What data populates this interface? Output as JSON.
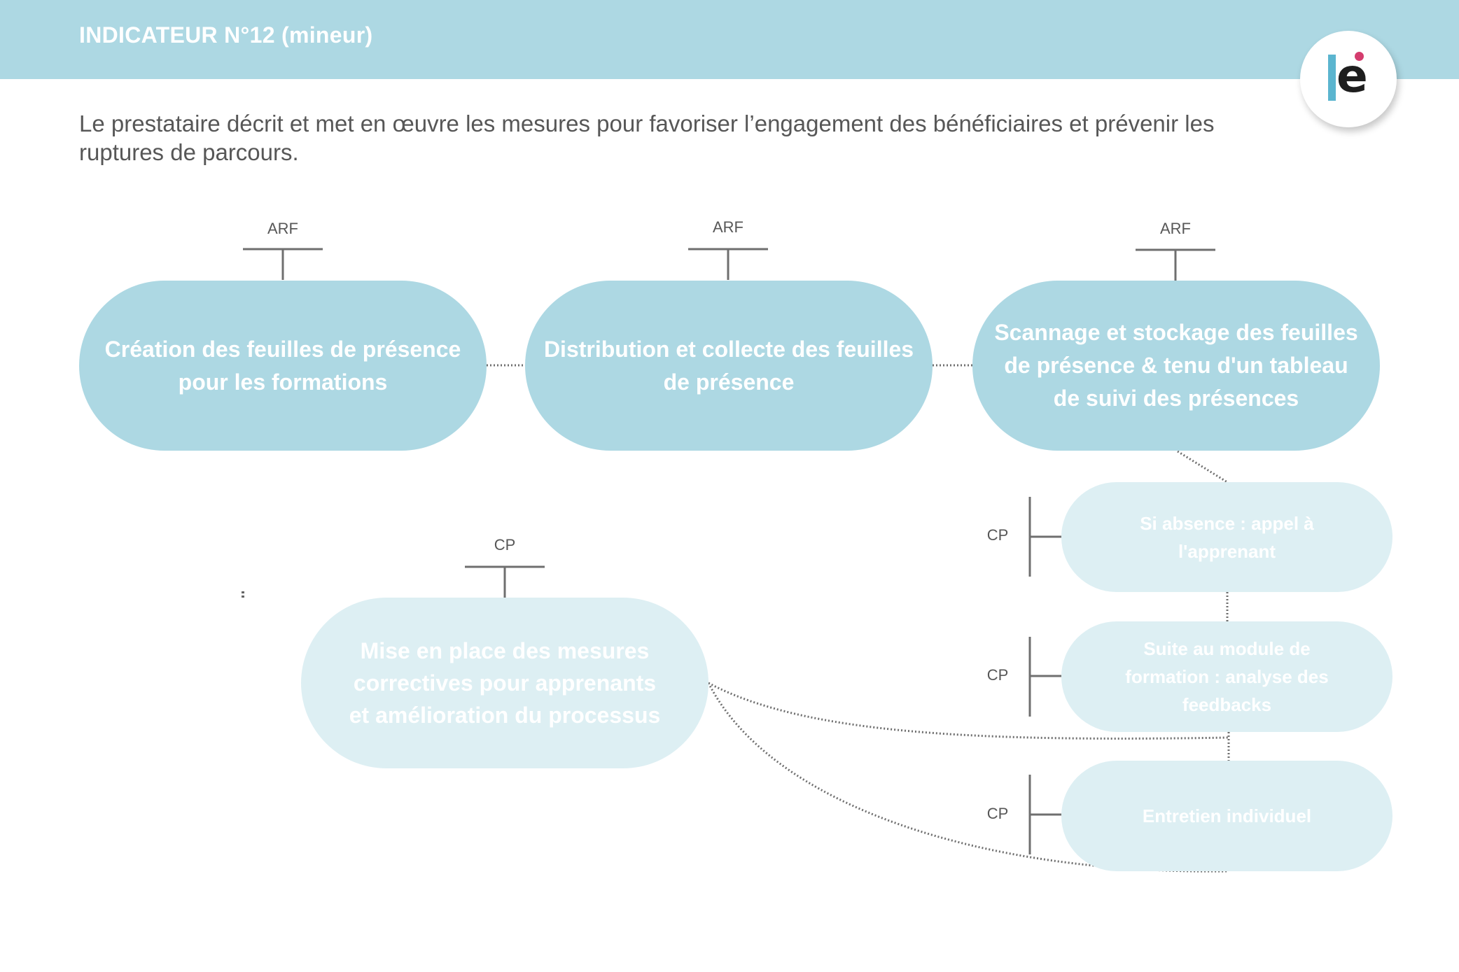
{
  "header": {
    "title": "INDICATEUR N°12  (mineur)"
  },
  "logo": {
    "icon": "le-logo-icon",
    "text": "lë"
  },
  "description": "Le prestataire décrit et met en œuvre les mesures pour favoriser l’engagement des bénéficiaires et prévenir les ruptures de parcours.",
  "colors": {
    "header": "#add8e3",
    "primary_step": "#add8e3",
    "secondary_step": "#ddeff3",
    "text_dark": "#575757",
    "logo_accent": "#5bb5cf",
    "logo_dot": "#d43d6e"
  },
  "steps": {
    "step1": {
      "label": "Création des feuilles de présence pour les formations",
      "role": "ARF"
    },
    "step2": {
      "label": "Distribution et collecte des feuilles de présence",
      "role": "ARF"
    },
    "step3": {
      "label": "Scannage et stockage des feuilles de présence & tenu d'un tableau de suivi des présences",
      "role": "ARF"
    },
    "step4": {
      "label": "Si absence : appel à l'apprenant",
      "role": "CP"
    },
    "step5": {
      "label": "Suite au module de formation : analyse des feedbacks",
      "role": "CP"
    },
    "step6": {
      "label": "Entretien individuel",
      "role": "CP"
    },
    "step7": {
      "label": "Mise en place des mesures correctives pour apprenants et amélioration du processus",
      "role": "CP"
    }
  }
}
